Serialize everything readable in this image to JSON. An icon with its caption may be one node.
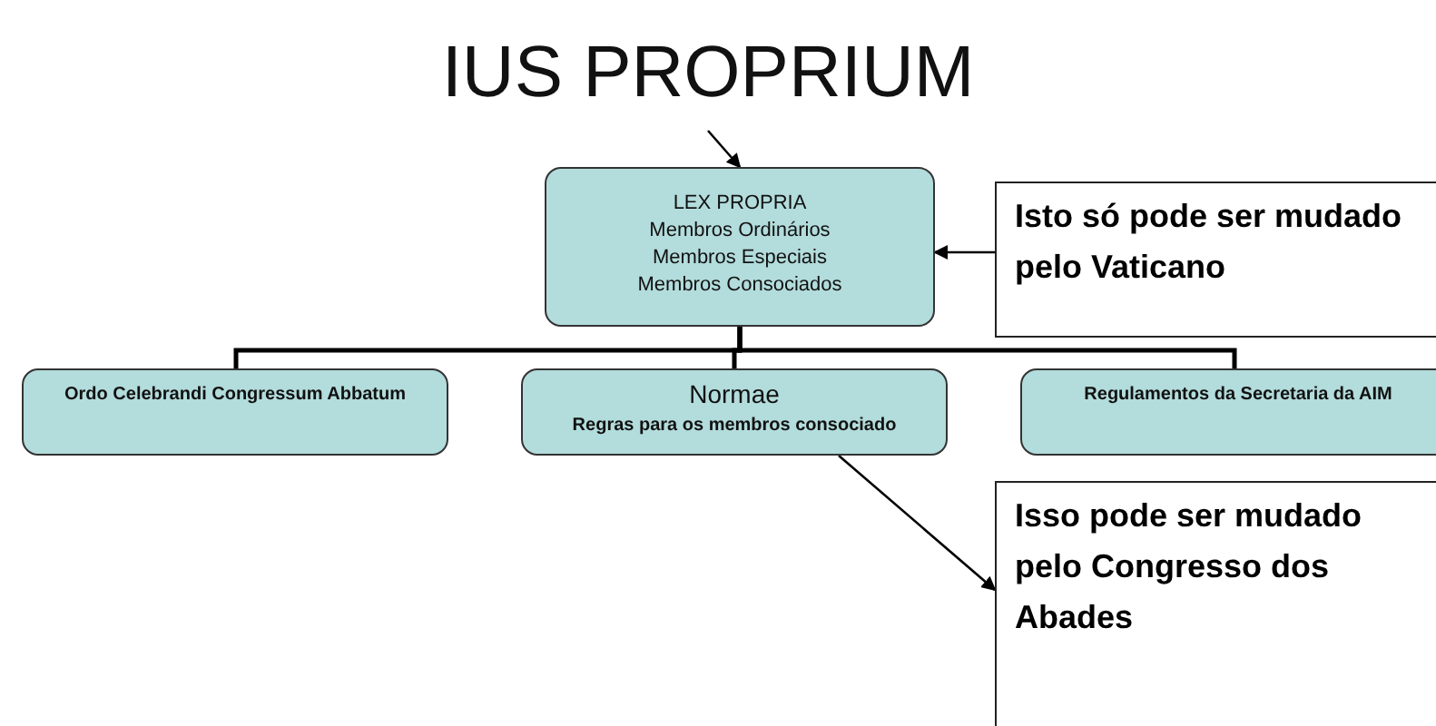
{
  "diagram": {
    "nodes": [
      {
        "text": [
          "IUS PROPRIUM"
        ]
      },
      {
        "text": [
          "LEX PROPRIA",
          "Membros Ordinários",
          "Membros Especiais",
          "Membros Consociados"
        ]
      },
      {
        "text": [
          "Isto só pode ser mudado pelo Vaticano"
        ]
      },
      {
        "text": [
          "Ordo Celebrandi Congressum Abbatum"
        ]
      },
      {
        "text": [
          "Normae",
          "Regras para os membros consociado"
        ]
      },
      {
        "text": [
          "Regulamentos da Secretaria da AIM"
        ]
      },
      {
        "text": [
          "Isso pode ser mudado pelo Congresso dos Abades"
        ]
      }
    ],
    "edges": [
      {
        "from": 0,
        "to": 1,
        "arrow": "to"
      },
      {
        "from": 2,
        "to": 1,
        "arrow": "to"
      },
      {
        "from": 1,
        "to": 3,
        "arrow": "none"
      },
      {
        "from": 1,
        "to": 4,
        "arrow": "none"
      },
      {
        "from": 1,
        "to": 5,
        "arrow": "none"
      },
      {
        "from": 4,
        "to": 6,
        "arrow": "to"
      }
    ]
  }
}
